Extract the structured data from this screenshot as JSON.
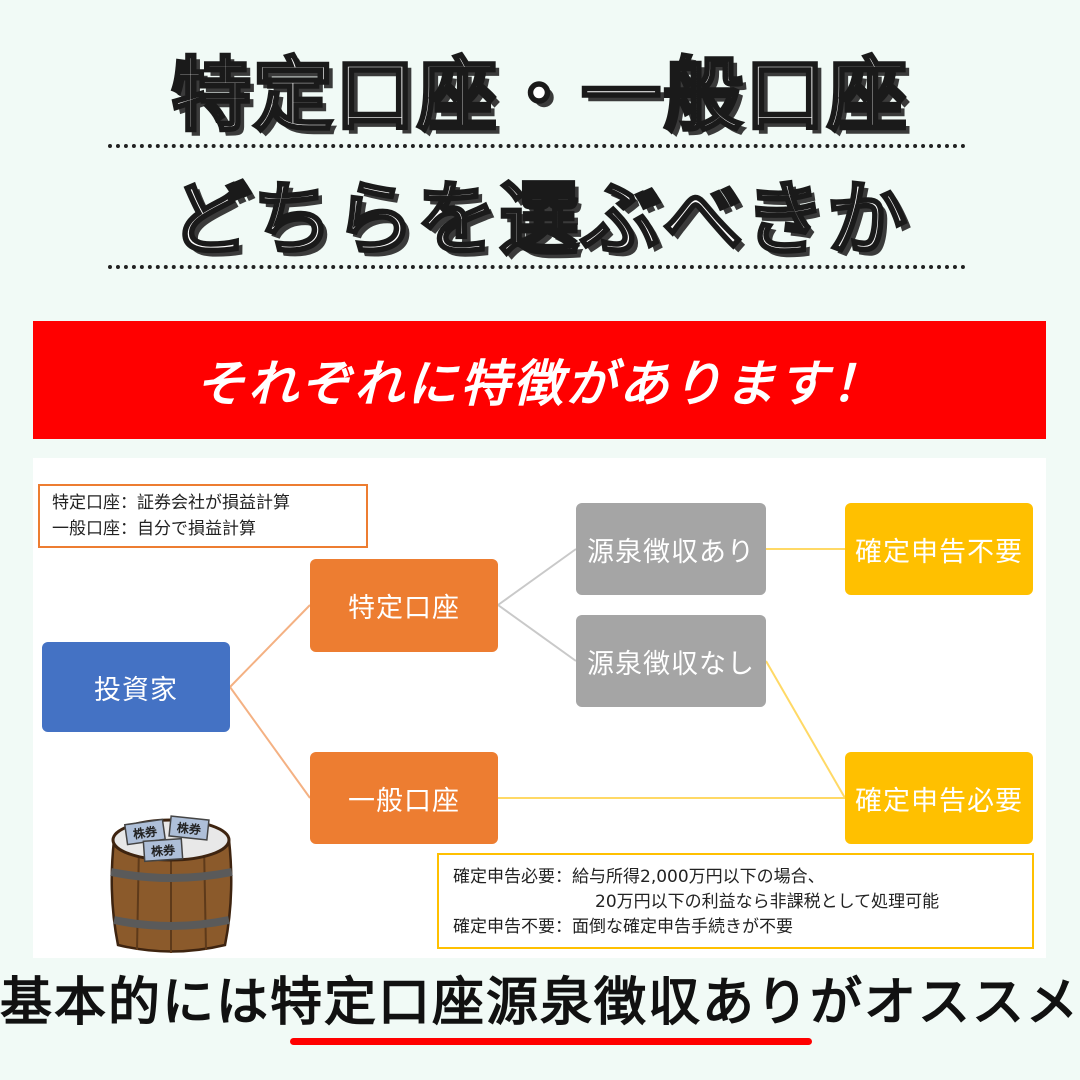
{
  "title": {
    "line1": "特定口座・一般口座",
    "line2": "どちらを選ぶべきか"
  },
  "banner": {
    "text": "それぞれに特徴があります！"
  },
  "diagram": {
    "nodes": {
      "investor": "投資家",
      "tokutei": "特定口座",
      "ippan": "一般口座",
      "gensen_ari": "源泉徴収あり",
      "gensen_nashi": "源泉徴収なし",
      "kakutei_fuyo": "確定申告不要",
      "kakutei_hitsuyo": "確定申告必要"
    },
    "edges": [
      [
        "investor",
        "tokutei"
      ],
      [
        "investor",
        "ippan"
      ],
      [
        "tokutei",
        "gensen_ari"
      ],
      [
        "tokutei",
        "gensen_nashi"
      ],
      [
        "gensen_ari",
        "kakutei_fuyo"
      ],
      [
        "gensen_nashi",
        "kakutei_hitsuyo"
      ],
      [
        "ippan",
        "kakutei_hitsuyo"
      ]
    ],
    "note_top": [
      "特定口座：証券会社が損益計算",
      "一般口座：自分で損益計算"
    ],
    "note_bottom": [
      "確定申告必要：給与所得2,000万円以下の場合、",
      "20万円以下の利益なら非課税として処理可能",
      "確定申告不要：面倒な確定申告手続きが不要"
    ],
    "barrel_labels": [
      "株券",
      "株券",
      "株券"
    ]
  },
  "footer": {
    "text": "基本的には特定口座源泉徴収ありがオススメ"
  },
  "colors": {
    "background": "#f1faf6",
    "banner": "#ff0000",
    "investor": "#4472c4",
    "account": "#ed7d31",
    "withholding": "#a5a5a5",
    "result": "#ffc000",
    "underline": "#ff0000"
  }
}
